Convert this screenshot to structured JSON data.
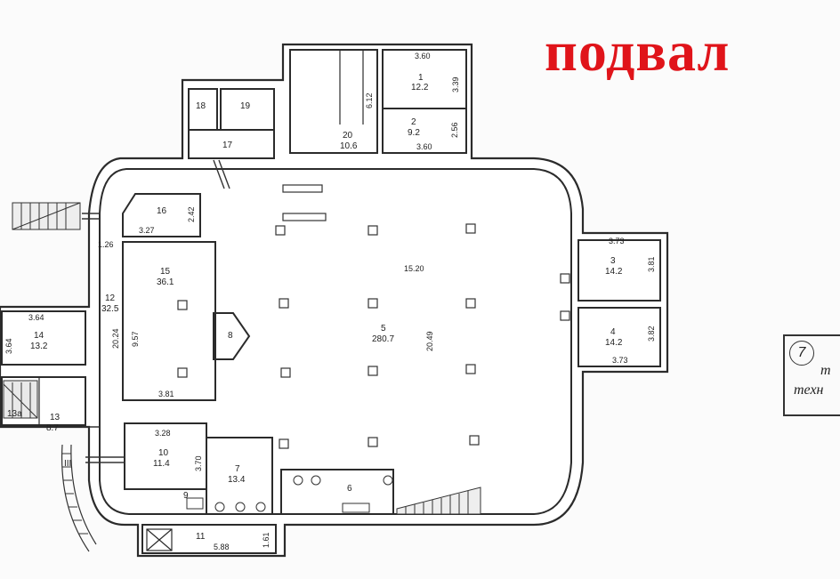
{
  "title": "подвал",
  "legend": {
    "number": "7",
    "line1": "т",
    "line2": "техн"
  },
  "rooms": {
    "r1": {
      "number": "1",
      "area": "12.2"
    },
    "r2": {
      "number": "2",
      "area": "9.2"
    },
    "r3": {
      "number": "3",
      "area": "14.2"
    },
    "r4": {
      "number": "4",
      "area": "14.2"
    },
    "r5": {
      "number": "5",
      "area": "280.7"
    },
    "r6": {
      "number": "6"
    },
    "r7": {
      "number": "7",
      "area": "13.4"
    },
    "r8": {
      "number": "8"
    },
    "r9": {
      "number": "9"
    },
    "r10": {
      "number": "10",
      "area": "11.4"
    },
    "r11": {
      "number": "11"
    },
    "r12": {
      "number": "12",
      "area": "32.5"
    },
    "r13": {
      "number": "13",
      "area": "8.7"
    },
    "r13a": {
      "number": "13a"
    },
    "r14": {
      "number": "14",
      "area": "13.2"
    },
    "r15": {
      "number": "15",
      "area": "36.1"
    },
    "r16": {
      "number": "16"
    },
    "r17": {
      "number": "17"
    },
    "r18": {
      "number": "18"
    },
    "r19": {
      "number": "19"
    },
    "r20": {
      "number": "20",
      "area": "10.6"
    },
    "rIII": {
      "number": "III"
    }
  },
  "dims": {
    "d1": "3.60",
    "d2": "3.39",
    "d3": "2.56",
    "d4": "3.60",
    "d5": "6.12",
    "d6": "3.73",
    "d7": "3.81",
    "d8": "3.82",
    "d9": "3.73",
    "d10": "15.20",
    "d11": "20.49",
    "d12": "2.42",
    "d13": "3.27",
    "d14": "1.26",
    "d15": "20.24",
    "d16": "9.57",
    "d17": "3.81",
    "d18": "3.64",
    "d19": "3.64",
    "d20": "3.28",
    "d21": "3.70",
    "d22": "5.88",
    "d23": "1.61"
  }
}
